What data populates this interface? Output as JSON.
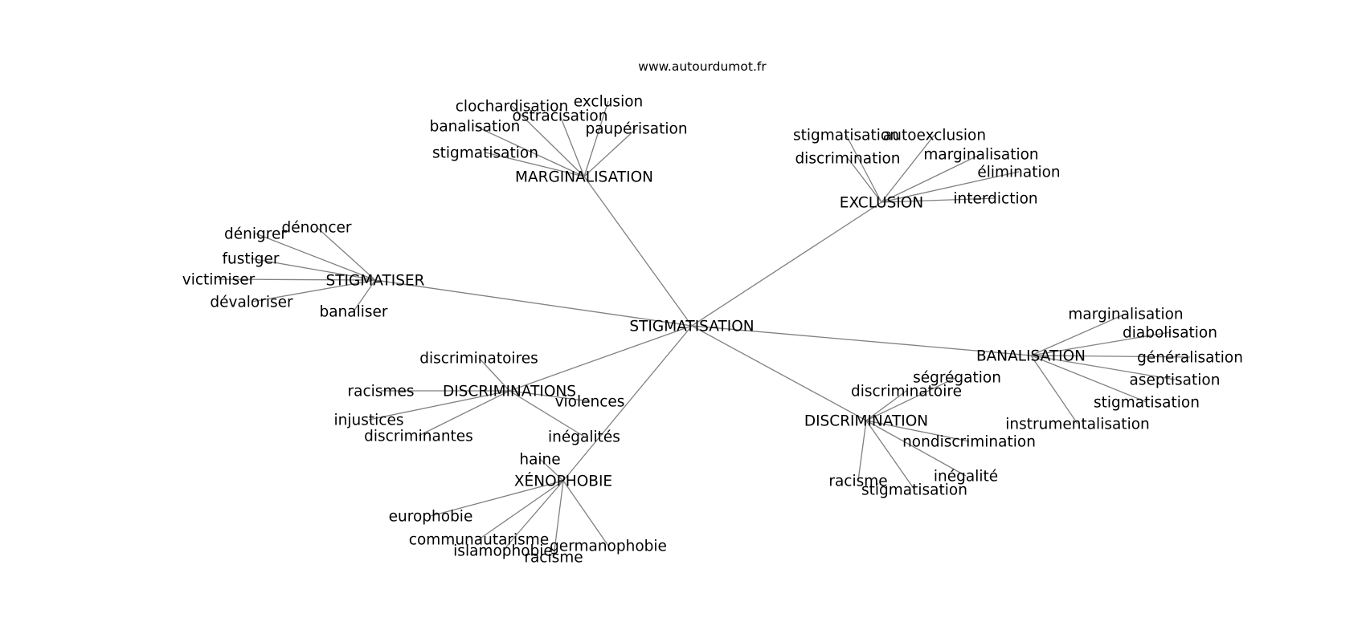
{
  "source_text": "www.autourdumot.fr",
  "graph": {
    "center": "STIGMATISATION",
    "clusters": [
      {
        "hub": "MARGINALISATION",
        "leaves": [
          "clochardisation",
          "exclusion",
          "ostracisation",
          "banalisation",
          "paupérisation",
          "stigmatisation"
        ]
      },
      {
        "hub": "EXCLUSION",
        "leaves": [
          "stigmatisation",
          "autoexclusion",
          "discrimination",
          "marginalisation",
          "élimination",
          "interdiction"
        ]
      },
      {
        "hub": "STIGMATISER",
        "leaves": [
          "dénoncer",
          "dénigrer",
          "fustiger",
          "victimiser",
          "dévaloriser",
          "banaliser"
        ]
      },
      {
        "hub": "BANALISATION",
        "leaves": [
          "marginalisation",
          "diabolisation",
          "généralisation",
          "aseptisation",
          "stigmatisation",
          "instrumentalisation"
        ]
      },
      {
        "hub": "DISCRIMINATIONS",
        "leaves": [
          "discriminatoires",
          "racismes",
          "violences",
          "injustices",
          "discriminantes",
          "inégalités"
        ]
      },
      {
        "hub": "DISCRIMINATION",
        "leaves": [
          "ségrégation",
          "discriminatoire",
          "nondiscrimination",
          "inégalité",
          "racisme",
          "stigmatisation"
        ]
      },
      {
        "hub": "XÉNOPHOBIE",
        "leaves": [
          "haine",
          "europhobie",
          "communautarisme",
          "islamophobie",
          "germanophobie",
          "racisme"
        ]
      }
    ]
  }
}
